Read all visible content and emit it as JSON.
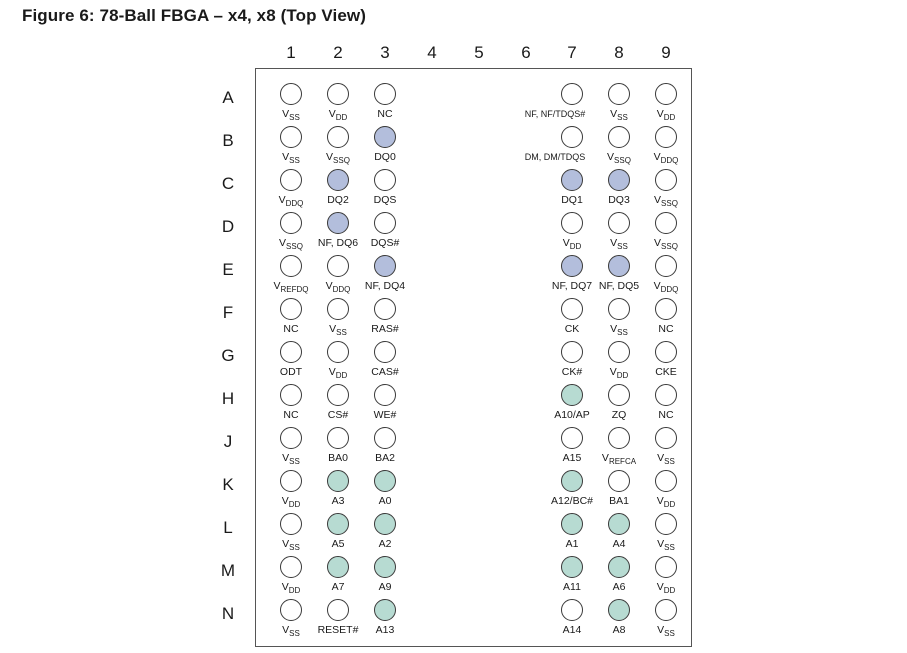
{
  "title": "Figure 6: 78-Ball FBGA – x4, x8 (Top View)",
  "columns": [
    "1",
    "2",
    "3",
    "4",
    "5",
    "6",
    "7",
    "8",
    "9"
  ],
  "rows": [
    "A",
    "B",
    "C",
    "D",
    "E",
    "F",
    "G",
    "H",
    "J",
    "K",
    "L",
    "M",
    "N"
  ],
  "colors": {
    "control_ball": "#b3bedc",
    "address_ball": "#b7dbd2",
    "outline": "#3a3a3a"
  },
  "balls": [
    {
      "row": "A",
      "col": 1,
      "main": "V",
      "sub": "SS",
      "fill": "none"
    },
    {
      "row": "A",
      "col": 2,
      "main": "V",
      "sub": "DD",
      "fill": "none"
    },
    {
      "row": "A",
      "col": 3,
      "main": "NC",
      "sub": "",
      "fill": "none"
    },
    {
      "row": "A",
      "col": 7,
      "main": "NF, NF/TDQS#",
      "sub": "",
      "fill": "none",
      "small": true
    },
    {
      "row": "A",
      "col": 8,
      "main": "V",
      "sub": "SS",
      "fill": "none"
    },
    {
      "row": "A",
      "col": 9,
      "main": "V",
      "sub": "DD",
      "fill": "none"
    },
    {
      "row": "B",
      "col": 1,
      "main": "V",
      "sub": "SS",
      "fill": "none"
    },
    {
      "row": "B",
      "col": 2,
      "main": "V",
      "sub": "SSQ",
      "fill": "none"
    },
    {
      "row": "B",
      "col": 3,
      "main": "DQ0",
      "sub": "",
      "fill": "ctrl"
    },
    {
      "row": "B",
      "col": 7,
      "main": "DM, DM/TDQS",
      "sub": "",
      "fill": "none",
      "small": true
    },
    {
      "row": "B",
      "col": 8,
      "main": "V",
      "sub": "SSQ",
      "fill": "none"
    },
    {
      "row": "B",
      "col": 9,
      "main": "V",
      "sub": "DDQ",
      "fill": "none"
    },
    {
      "row": "C",
      "col": 1,
      "main": "V",
      "sub": "DDQ",
      "fill": "none"
    },
    {
      "row": "C",
      "col": 2,
      "main": "DQ2",
      "sub": "",
      "fill": "ctrl"
    },
    {
      "row": "C",
      "col": 3,
      "main": "DQS",
      "sub": "",
      "fill": "none"
    },
    {
      "row": "C",
      "col": 7,
      "main": "DQ1",
      "sub": "",
      "fill": "ctrl"
    },
    {
      "row": "C",
      "col": 8,
      "main": "DQ3",
      "sub": "",
      "fill": "ctrl"
    },
    {
      "row": "C",
      "col": 9,
      "main": "V",
      "sub": "SSQ",
      "fill": "none"
    },
    {
      "row": "D",
      "col": 1,
      "main": "V",
      "sub": "SSQ",
      "fill": "none"
    },
    {
      "row": "D",
      "col": 2,
      "main": "NF, DQ6",
      "sub": "",
      "fill": "ctrl"
    },
    {
      "row": "D",
      "col": 3,
      "main": "DQS#",
      "sub": "",
      "fill": "none"
    },
    {
      "row": "D",
      "col": 7,
      "main": "V",
      "sub": "DD",
      "fill": "none"
    },
    {
      "row": "D",
      "col": 8,
      "main": "V",
      "sub": "SS",
      "fill": "none"
    },
    {
      "row": "D",
      "col": 9,
      "main": "V",
      "sub": "SSQ",
      "fill": "none"
    },
    {
      "row": "E",
      "col": 1,
      "main": "V",
      "sub": "REFDQ",
      "fill": "none"
    },
    {
      "row": "E",
      "col": 2,
      "main": "V",
      "sub": "DDQ",
      "fill": "none"
    },
    {
      "row": "E",
      "col": 3,
      "main": "NF, DQ4",
      "sub": "",
      "fill": "ctrl"
    },
    {
      "row": "E",
      "col": 7,
      "main": "NF, DQ7",
      "sub": "",
      "fill": "ctrl"
    },
    {
      "row": "E",
      "col": 8,
      "main": "NF, DQ5",
      "sub": "",
      "fill": "ctrl"
    },
    {
      "row": "E",
      "col": 9,
      "main": "V",
      "sub": "DDQ",
      "fill": "none"
    },
    {
      "row": "F",
      "col": 1,
      "main": "NC",
      "sub": "",
      "fill": "none"
    },
    {
      "row": "F",
      "col": 2,
      "main": "V",
      "sub": "SS",
      "fill": "none"
    },
    {
      "row": "F",
      "col": 3,
      "main": "RAS#",
      "sub": "",
      "fill": "none"
    },
    {
      "row": "F",
      "col": 7,
      "main": "CK",
      "sub": "",
      "fill": "none"
    },
    {
      "row": "F",
      "col": 8,
      "main": "V",
      "sub": "SS",
      "fill": "none"
    },
    {
      "row": "F",
      "col": 9,
      "main": "NC",
      "sub": "",
      "fill": "none"
    },
    {
      "row": "G",
      "col": 1,
      "main": "ODT",
      "sub": "",
      "fill": "none"
    },
    {
      "row": "G",
      "col": 2,
      "main": "V",
      "sub": "DD",
      "fill": "none"
    },
    {
      "row": "G",
      "col": 3,
      "main": "CAS#",
      "sub": "",
      "fill": "none"
    },
    {
      "row": "G",
      "col": 7,
      "main": "CK#",
      "sub": "",
      "fill": "none"
    },
    {
      "row": "G",
      "col": 8,
      "main": "V",
      "sub": "DD",
      "fill": "none"
    },
    {
      "row": "G",
      "col": 9,
      "main": "CKE",
      "sub": "",
      "fill": "none"
    },
    {
      "row": "H",
      "col": 1,
      "main": "NC",
      "sub": "",
      "fill": "none"
    },
    {
      "row": "H",
      "col": 2,
      "main": "CS#",
      "sub": "",
      "fill": "none"
    },
    {
      "row": "H",
      "col": 3,
      "main": "WE#",
      "sub": "",
      "fill": "none"
    },
    {
      "row": "H",
      "col": 7,
      "main": "A10/AP",
      "sub": "",
      "fill": "addr"
    },
    {
      "row": "H",
      "col": 8,
      "main": "ZQ",
      "sub": "",
      "fill": "none"
    },
    {
      "row": "H",
      "col": 9,
      "main": "NC",
      "sub": "",
      "fill": "none"
    },
    {
      "row": "J",
      "col": 1,
      "main": "V",
      "sub": "SS",
      "fill": "none"
    },
    {
      "row": "J",
      "col": 2,
      "main": "BA0",
      "sub": "",
      "fill": "none"
    },
    {
      "row": "J",
      "col": 3,
      "main": "BA2",
      "sub": "",
      "fill": "none"
    },
    {
      "row": "J",
      "col": 7,
      "main": "A15",
      "sub": "",
      "fill": "none"
    },
    {
      "row": "J",
      "col": 8,
      "main": "V",
      "sub": "REFCA",
      "fill": "none"
    },
    {
      "row": "J",
      "col": 9,
      "main": "V",
      "sub": "SS",
      "fill": "none"
    },
    {
      "row": "K",
      "col": 1,
      "main": "V",
      "sub": "DD",
      "fill": "none"
    },
    {
      "row": "K",
      "col": 2,
      "main": "A3",
      "sub": "",
      "fill": "addr"
    },
    {
      "row": "K",
      "col": 3,
      "main": "A0",
      "sub": "",
      "fill": "addr"
    },
    {
      "row": "K",
      "col": 7,
      "main": "A12/BC#",
      "sub": "",
      "fill": "addr"
    },
    {
      "row": "K",
      "col": 8,
      "main": "BA1",
      "sub": "",
      "fill": "none"
    },
    {
      "row": "K",
      "col": 9,
      "main": "V",
      "sub": "DD",
      "fill": "none"
    },
    {
      "row": "L",
      "col": 1,
      "main": "V",
      "sub": "SS",
      "fill": "none"
    },
    {
      "row": "L",
      "col": 2,
      "main": "A5",
      "sub": "",
      "fill": "addr"
    },
    {
      "row": "L",
      "col": 3,
      "main": "A2",
      "sub": "",
      "fill": "addr"
    },
    {
      "row": "L",
      "col": 7,
      "main": "A1",
      "sub": "",
      "fill": "addr"
    },
    {
      "row": "L",
      "col": 8,
      "main": "A4",
      "sub": "",
      "fill": "addr"
    },
    {
      "row": "L",
      "col": 9,
      "main": "V",
      "sub": "SS",
      "fill": "none"
    },
    {
      "row": "M",
      "col": 1,
      "main": "V",
      "sub": "DD",
      "fill": "none"
    },
    {
      "row": "M",
      "col": 2,
      "main": "A7",
      "sub": "",
      "fill": "addr"
    },
    {
      "row": "M",
      "col": 3,
      "main": "A9",
      "sub": "",
      "fill": "addr"
    },
    {
      "row": "M",
      "col": 7,
      "main": "A11",
      "sub": "",
      "fill": "addr"
    },
    {
      "row": "M",
      "col": 8,
      "main": "A6",
      "sub": "",
      "fill": "addr"
    },
    {
      "row": "M",
      "col": 9,
      "main": "V",
      "sub": "DD",
      "fill": "none"
    },
    {
      "row": "N",
      "col": 1,
      "main": "V",
      "sub": "SS",
      "fill": "none"
    },
    {
      "row": "N",
      "col": 2,
      "main": "RESET#",
      "sub": "",
      "fill": "none"
    },
    {
      "row": "N",
      "col": 3,
      "main": "A13",
      "sub": "",
      "fill": "addr"
    },
    {
      "row": "N",
      "col": 7,
      "main": "A14",
      "sub": "",
      "fill": "none"
    },
    {
      "row": "N",
      "col": 8,
      "main": "A8",
      "sub": "",
      "fill": "addr"
    },
    {
      "row": "N",
      "col": 9,
      "main": "V",
      "sub": "SS",
      "fill": "none"
    }
  ]
}
